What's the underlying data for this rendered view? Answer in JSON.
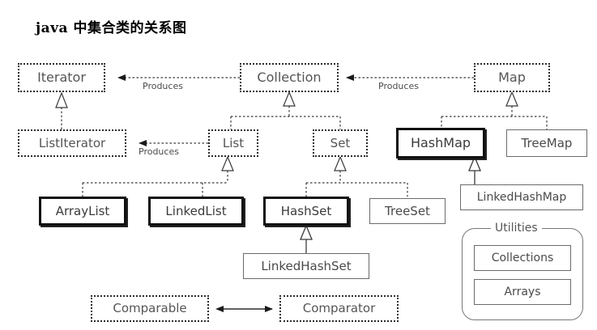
{
  "diagram": {
    "title": "java 中集合类的关系图",
    "background": "#ffffff",
    "line_color": "#3a3a3a"
  },
  "nodes": {
    "iterator": {
      "label": "Iterator",
      "kind": "interface"
    },
    "collection": {
      "label": "Collection",
      "kind": "interface"
    },
    "map": {
      "label": "Map",
      "kind": "interface"
    },
    "list_iterator": {
      "label": "ListIterator",
      "kind": "interface"
    },
    "list": {
      "label": "List",
      "kind": "interface"
    },
    "set": {
      "label": "Set",
      "kind": "interface"
    },
    "hash_map": {
      "label": "HashMap",
      "kind": "class-bold"
    },
    "tree_map": {
      "label": "TreeMap",
      "kind": "class"
    },
    "array_list": {
      "label": "ArrayList",
      "kind": "class-bold"
    },
    "linked_list": {
      "label": "LinkedList",
      "kind": "class-bold"
    },
    "hash_set": {
      "label": "HashSet",
      "kind": "class-bold"
    },
    "tree_set": {
      "label": "TreeSet",
      "kind": "class"
    },
    "linked_hash_map": {
      "label": "LinkedHashMap",
      "kind": "class"
    },
    "linked_hash_set": {
      "label": "LinkedHashSet",
      "kind": "class"
    },
    "comparable": {
      "label": "Comparable",
      "kind": "interface"
    },
    "comparator": {
      "label": "Comparator",
      "kind": "interface"
    }
  },
  "utilities": {
    "group_label": "Utilities",
    "members": [
      {
        "label": "Collections"
      },
      {
        "label": "Arrays"
      }
    ]
  },
  "edges": {
    "produces_collection_iterator": "Produces",
    "produces_map_collection": "Produces",
    "produces_list_listiterator": "Produces"
  }
}
